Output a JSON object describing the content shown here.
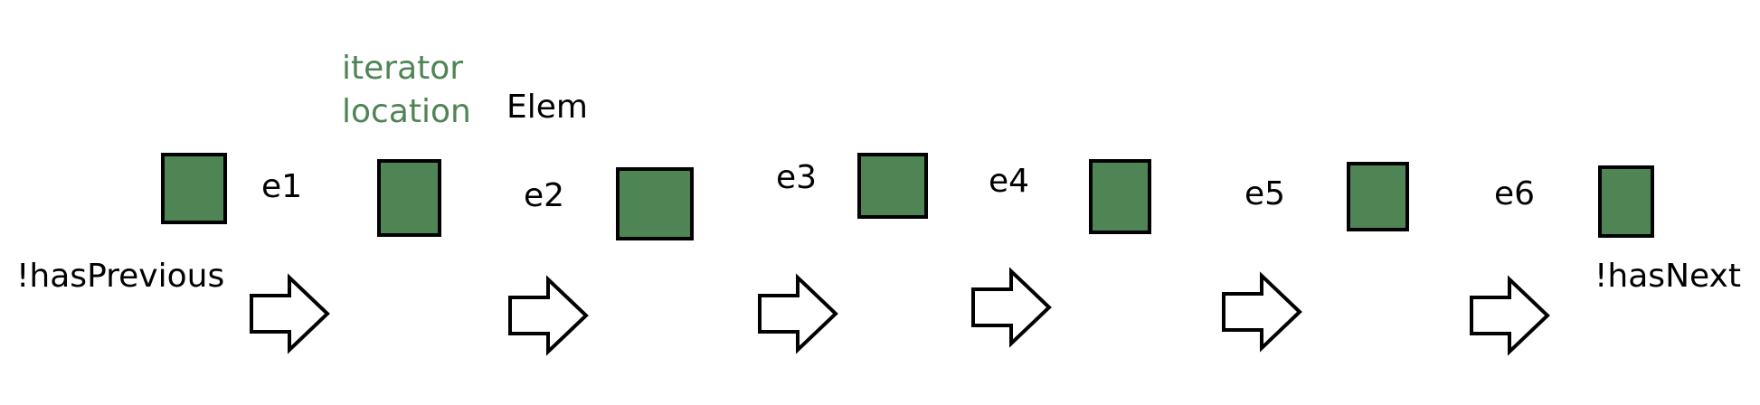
{
  "labels": {
    "has_previous": "!hasPrevious",
    "has_next": "!hasNext",
    "iterator_location_line1": "iterator",
    "iterator_location_line2": "location",
    "elem": "Elem"
  },
  "elements": [
    "e1",
    "e2",
    "e3",
    "e4",
    "e5",
    "e6"
  ],
  "arrow_count": 6,
  "colors": {
    "box_fill": "#4f8455",
    "outline": "#000000",
    "green_text": "#4f8455",
    "arrow_fill": "#ffffff"
  }
}
